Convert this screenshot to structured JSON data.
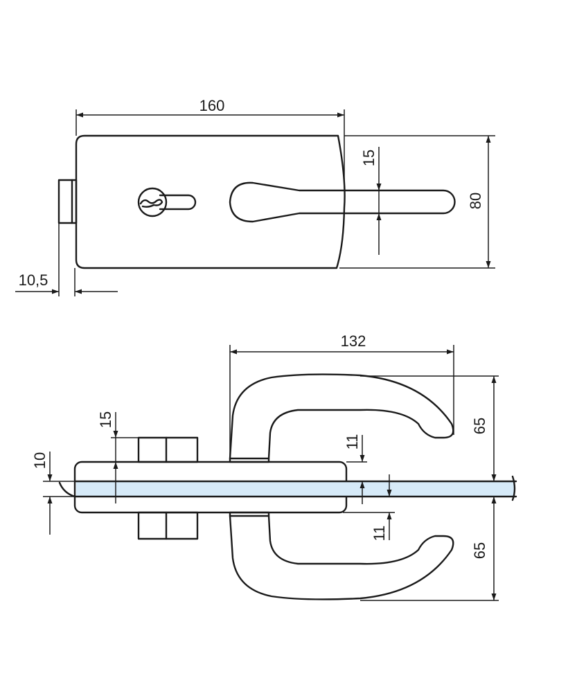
{
  "colors": {
    "glass": "#d6eaf8",
    "line": "#1a1a1a"
  },
  "top_view": {
    "dim_width": "160",
    "dim_height": "80",
    "dim_handle_thickness": "15",
    "dim_strike_offset": "10,5"
  },
  "side_view": {
    "dim_handle_projection": "132",
    "dim_handle_height_top": "65",
    "dim_handle_height_bottom": "65",
    "dim_block_height": "15",
    "dim_glass_thickness": "10",
    "dim_plate_top": "11",
    "dim_plate_bottom": "11"
  }
}
